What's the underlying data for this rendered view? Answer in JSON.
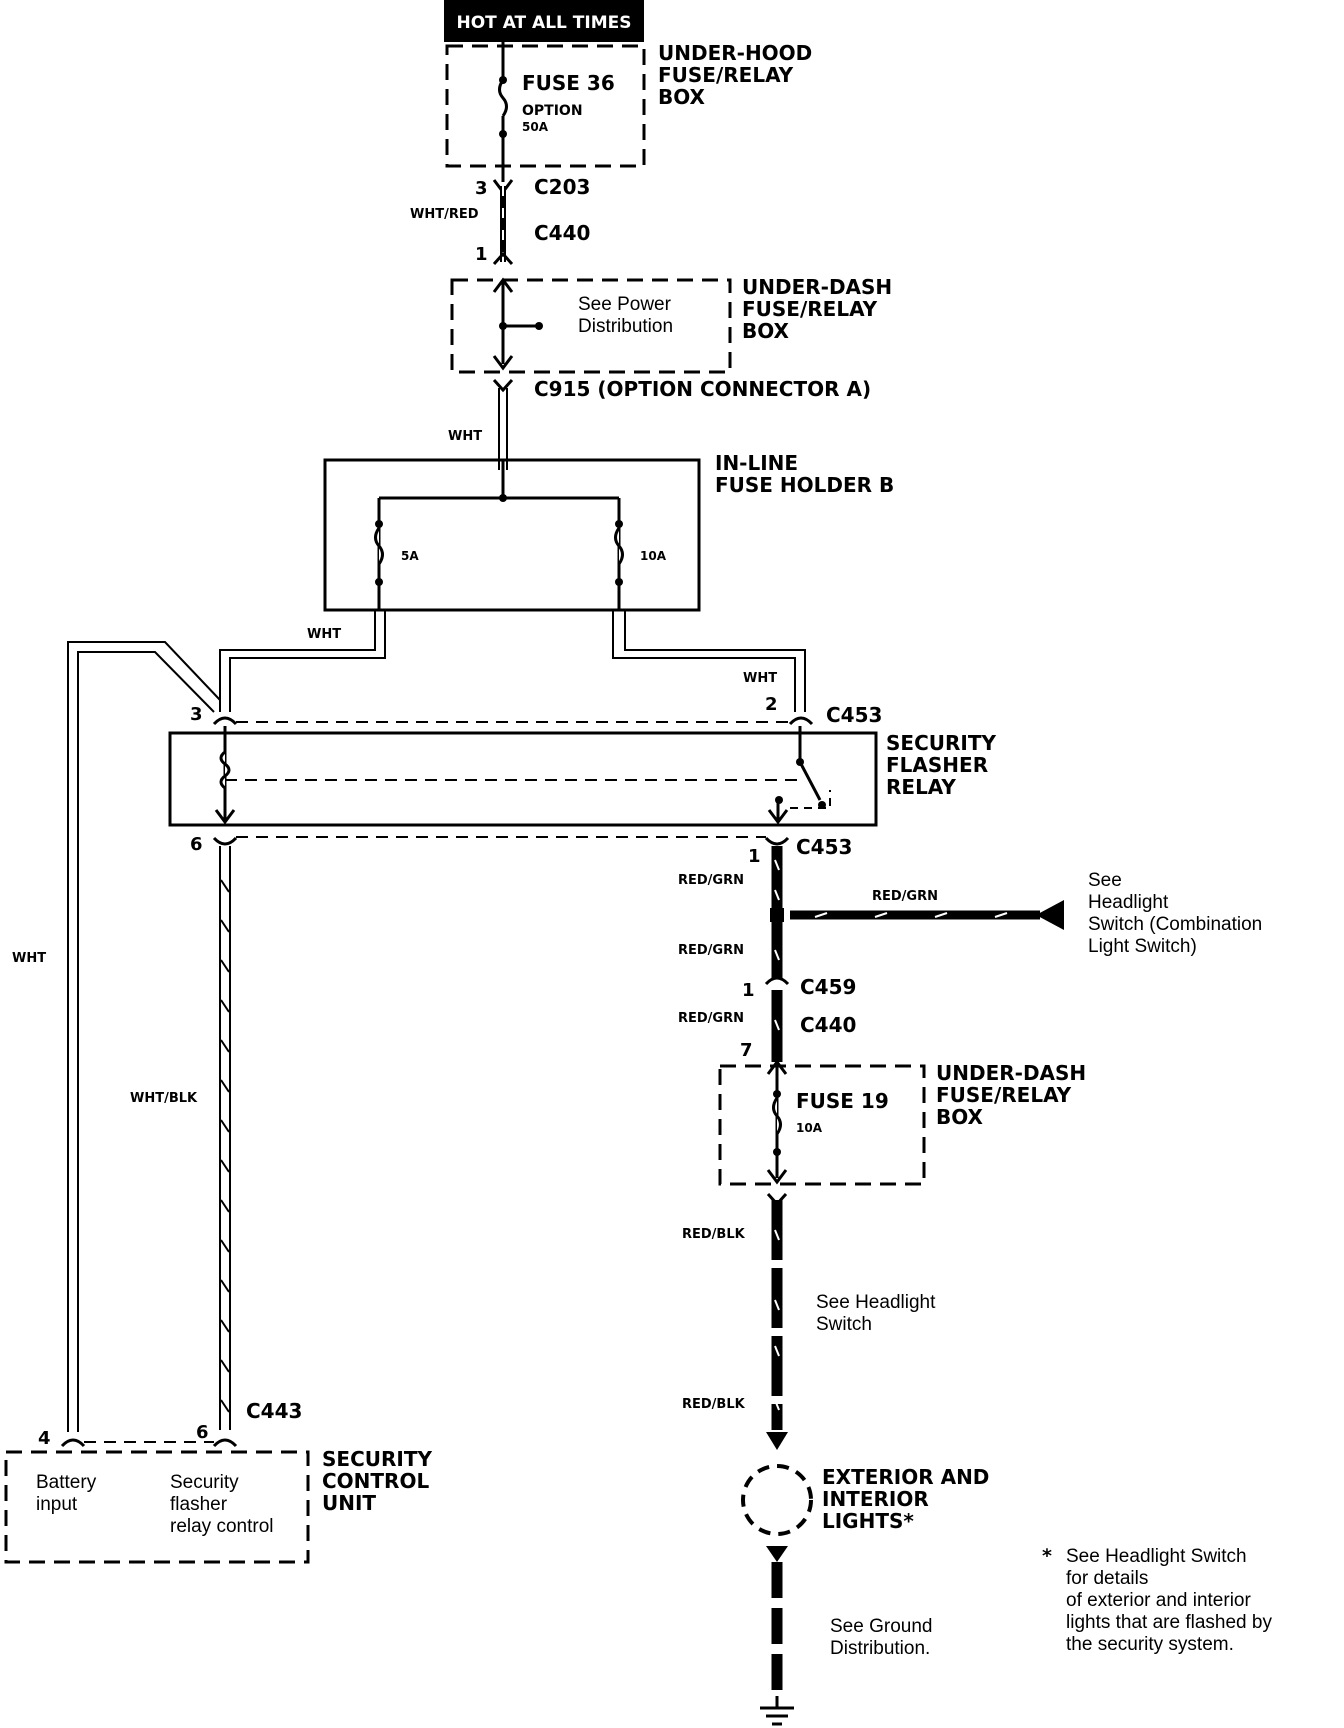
{
  "header": {
    "hot_label": "HOT AT ALL TIMES"
  },
  "underhood_box": {
    "name_lines": [
      "UNDER-HOOD",
      "FUSE/RELAY",
      "BOX"
    ],
    "fuse_label": "FUSE 36",
    "fuse_option": "OPTION",
    "fuse_rating": "50A"
  },
  "c203": {
    "pin": "3",
    "label": "C203",
    "wire": "WHT/RED"
  },
  "c440_top": {
    "pin": "1",
    "label": "C440"
  },
  "underdash_box_top": {
    "name_lines": [
      "UNDER-DASH",
      "FUSE/RELAY",
      "BOX"
    ],
    "note_lines": [
      "See Power",
      "Distribution"
    ]
  },
  "c915": {
    "label": "C915 (OPTION CONNECTOR A)",
    "wire": "WHT"
  },
  "inline_fuse": {
    "name_lines": [
      "IN-LINE",
      "FUSE HOLDER B"
    ],
    "left_rating": "5A",
    "right_rating": "10A"
  },
  "wires_upper": {
    "left_wire": "WHT",
    "right_wire": "WHT",
    "far_left_wire": "WHT"
  },
  "relay": {
    "name_lines": [
      "SECURITY",
      "FLASHER",
      "RELAY"
    ],
    "pin_left_top": "3",
    "pin_right_top": "2",
    "top_connector": "C453",
    "pin_left_bottom": "6",
    "pin_right_bottom": "1",
    "bottom_connector": "C453"
  },
  "right_branch": {
    "wire1": "RED/GRN",
    "wire2": "RED/GRN",
    "wire3": "RED/GRN",
    "headlight_wire": "RED/GRN",
    "headlight_note": [
      "See",
      "Headlight",
      "Switch (Combination",
      "Light Switch)"
    ],
    "c459_pin": "1",
    "c459": "C459",
    "c440_label": "C440",
    "c440_pin": "7"
  },
  "underdash_box_bottom": {
    "name_lines": [
      "UNDER-DASH",
      "FUSE/RELAY",
      "BOX"
    ],
    "fuse_label": "FUSE 19",
    "fuse_rating": "10A"
  },
  "lower_right": {
    "wire1": "RED/BLK",
    "wire2": "RED/BLK",
    "note_lines": [
      "See Headlight",
      "Switch"
    ],
    "lights_lines": [
      "EXTERIOR AND",
      "INTERIOR",
      "LIGHTS*"
    ],
    "ground_note": [
      "See Ground",
      "Distribution."
    ],
    "footnote_star": "*",
    "footnote_lines": [
      "See Headlight Switch",
      "for details",
      "of exterior and interior",
      "lights that are flashed by",
      "the security system."
    ]
  },
  "left_branch": {
    "wht_blk": "WHT/BLK",
    "c443": "C443",
    "pin4": "4",
    "pin6": "6"
  },
  "control_unit": {
    "name_lines": [
      "SECURITY",
      "CONTROL",
      "UNIT"
    ],
    "battery_lines": [
      "Battery",
      "input"
    ],
    "flasher_lines": [
      "Security",
      "flasher",
      "relay control"
    ]
  }
}
